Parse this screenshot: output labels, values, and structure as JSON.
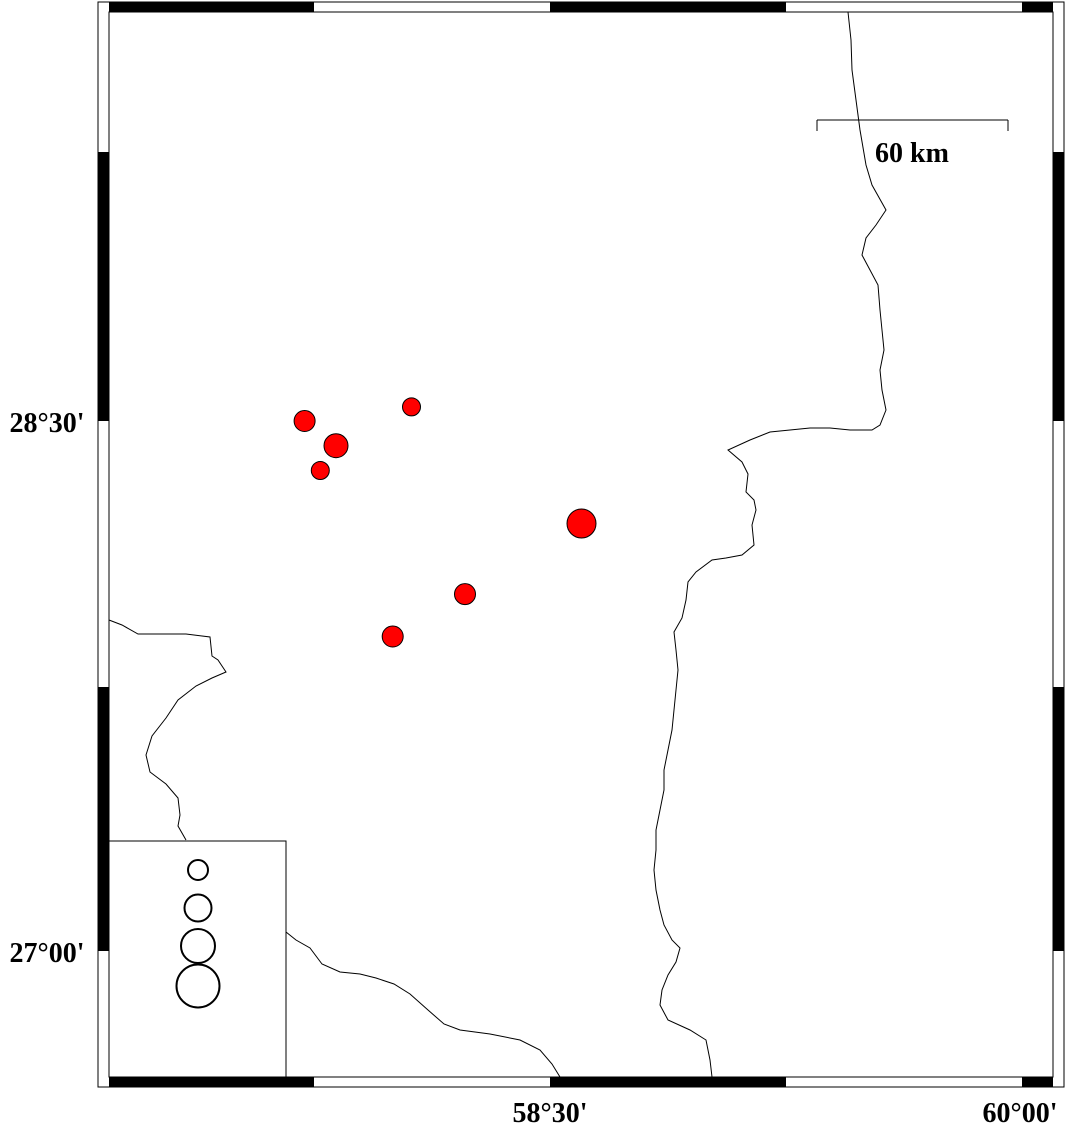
{
  "map": {
    "labels": {
      "lat_28_30": "28°30'",
      "lat_27_00": "27°00'",
      "lon_58_30": "58°30'",
      "lon_60_00": "60°00'"
    },
    "scale_bar": {
      "label": "60 km"
    },
    "colors": {
      "event_fill": "#ff0000",
      "outline": "#000000",
      "background": "#ffffff"
    },
    "events": [
      {
        "lon": 57.72,
        "lat": 28.5,
        "size": "medium"
      },
      {
        "lon": 57.82,
        "lat": 28.43,
        "size": "large"
      },
      {
        "lon": 57.77,
        "lat": 28.36,
        "size": "small"
      },
      {
        "lon": 58.06,
        "lat": 28.54,
        "size": "small"
      },
      {
        "lon": 58.6,
        "lat": 28.21,
        "size": "xlarge"
      },
      {
        "lon": 58.23,
        "lat": 28.01,
        "size": "medium"
      },
      {
        "lon": 58.0,
        "lat": 27.89,
        "size": "medium"
      }
    ],
    "legend": {
      "sizes": [
        "small",
        "medium",
        "large",
        "xlarge"
      ]
    }
  }
}
